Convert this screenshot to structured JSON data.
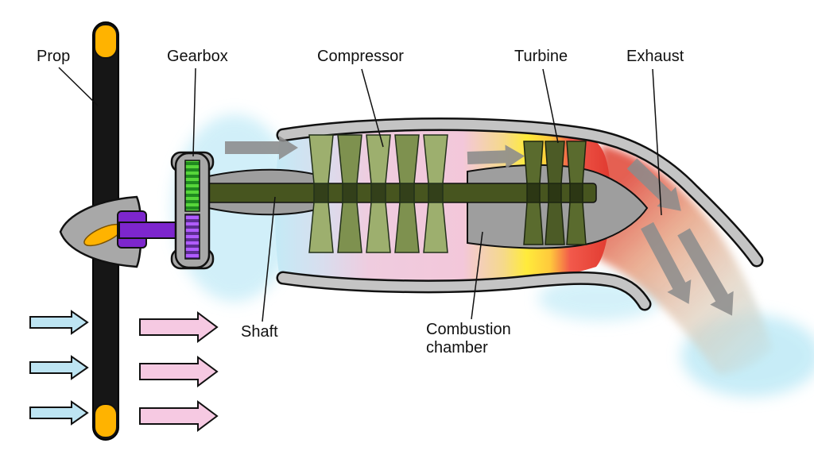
{
  "figure": {
    "labels": {
      "prop": "Prop",
      "gearbox": "Gearbox",
      "compressor": "Compressor",
      "turbine": "Turbine",
      "exhaust": "Exhaust",
      "shaft": "Shaft",
      "combustion_line1": "Combustion",
      "combustion_line2": "chamber"
    },
    "palette": {
      "blade_black": "#161616",
      "tip_yellow": "#FFB300",
      "spinner_gray": "#A8A8A8",
      "coupler_purple": "#7D26CD",
      "gear_green_light": "#57D63A",
      "gear_green_dark": "#1F8A1F",
      "gear_purple_light": "#B05CFF",
      "gear_purple_dark": "#5C2D91",
      "casing_gray": "#C4C4C4",
      "shaft_green": "#47551F",
      "compressor_green_light": "#9DAF6E",
      "compressor_green_dark": "#7E914F",
      "turbine_green": "#5A6B2E",
      "intake_blue": "#BDE4F2",
      "prop_wash_pink": "#F6C9E2",
      "combustion_pink": "#F3C7DA",
      "hot_yellow": "#FFEB3B",
      "hot_red": "#E03A30",
      "flow_gray": "#8C8C8C"
    }
  }
}
